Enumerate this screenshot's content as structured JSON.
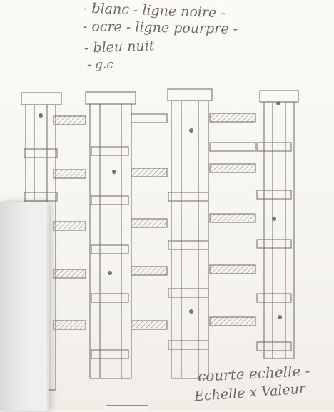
{
  "notes": [
    "- blanc - ligne noire -",
    "- ocre - ligne pourpre -",
    "- bleu nuit",
    "- g.c"
  ],
  "footer": [
    "courte echelle -",
    "Echelle x Valeur"
  ],
  "colors": {
    "paper": "#f7f5f1",
    "pencil": "#6f6a66",
    "hatch": "#9a9692"
  }
}
